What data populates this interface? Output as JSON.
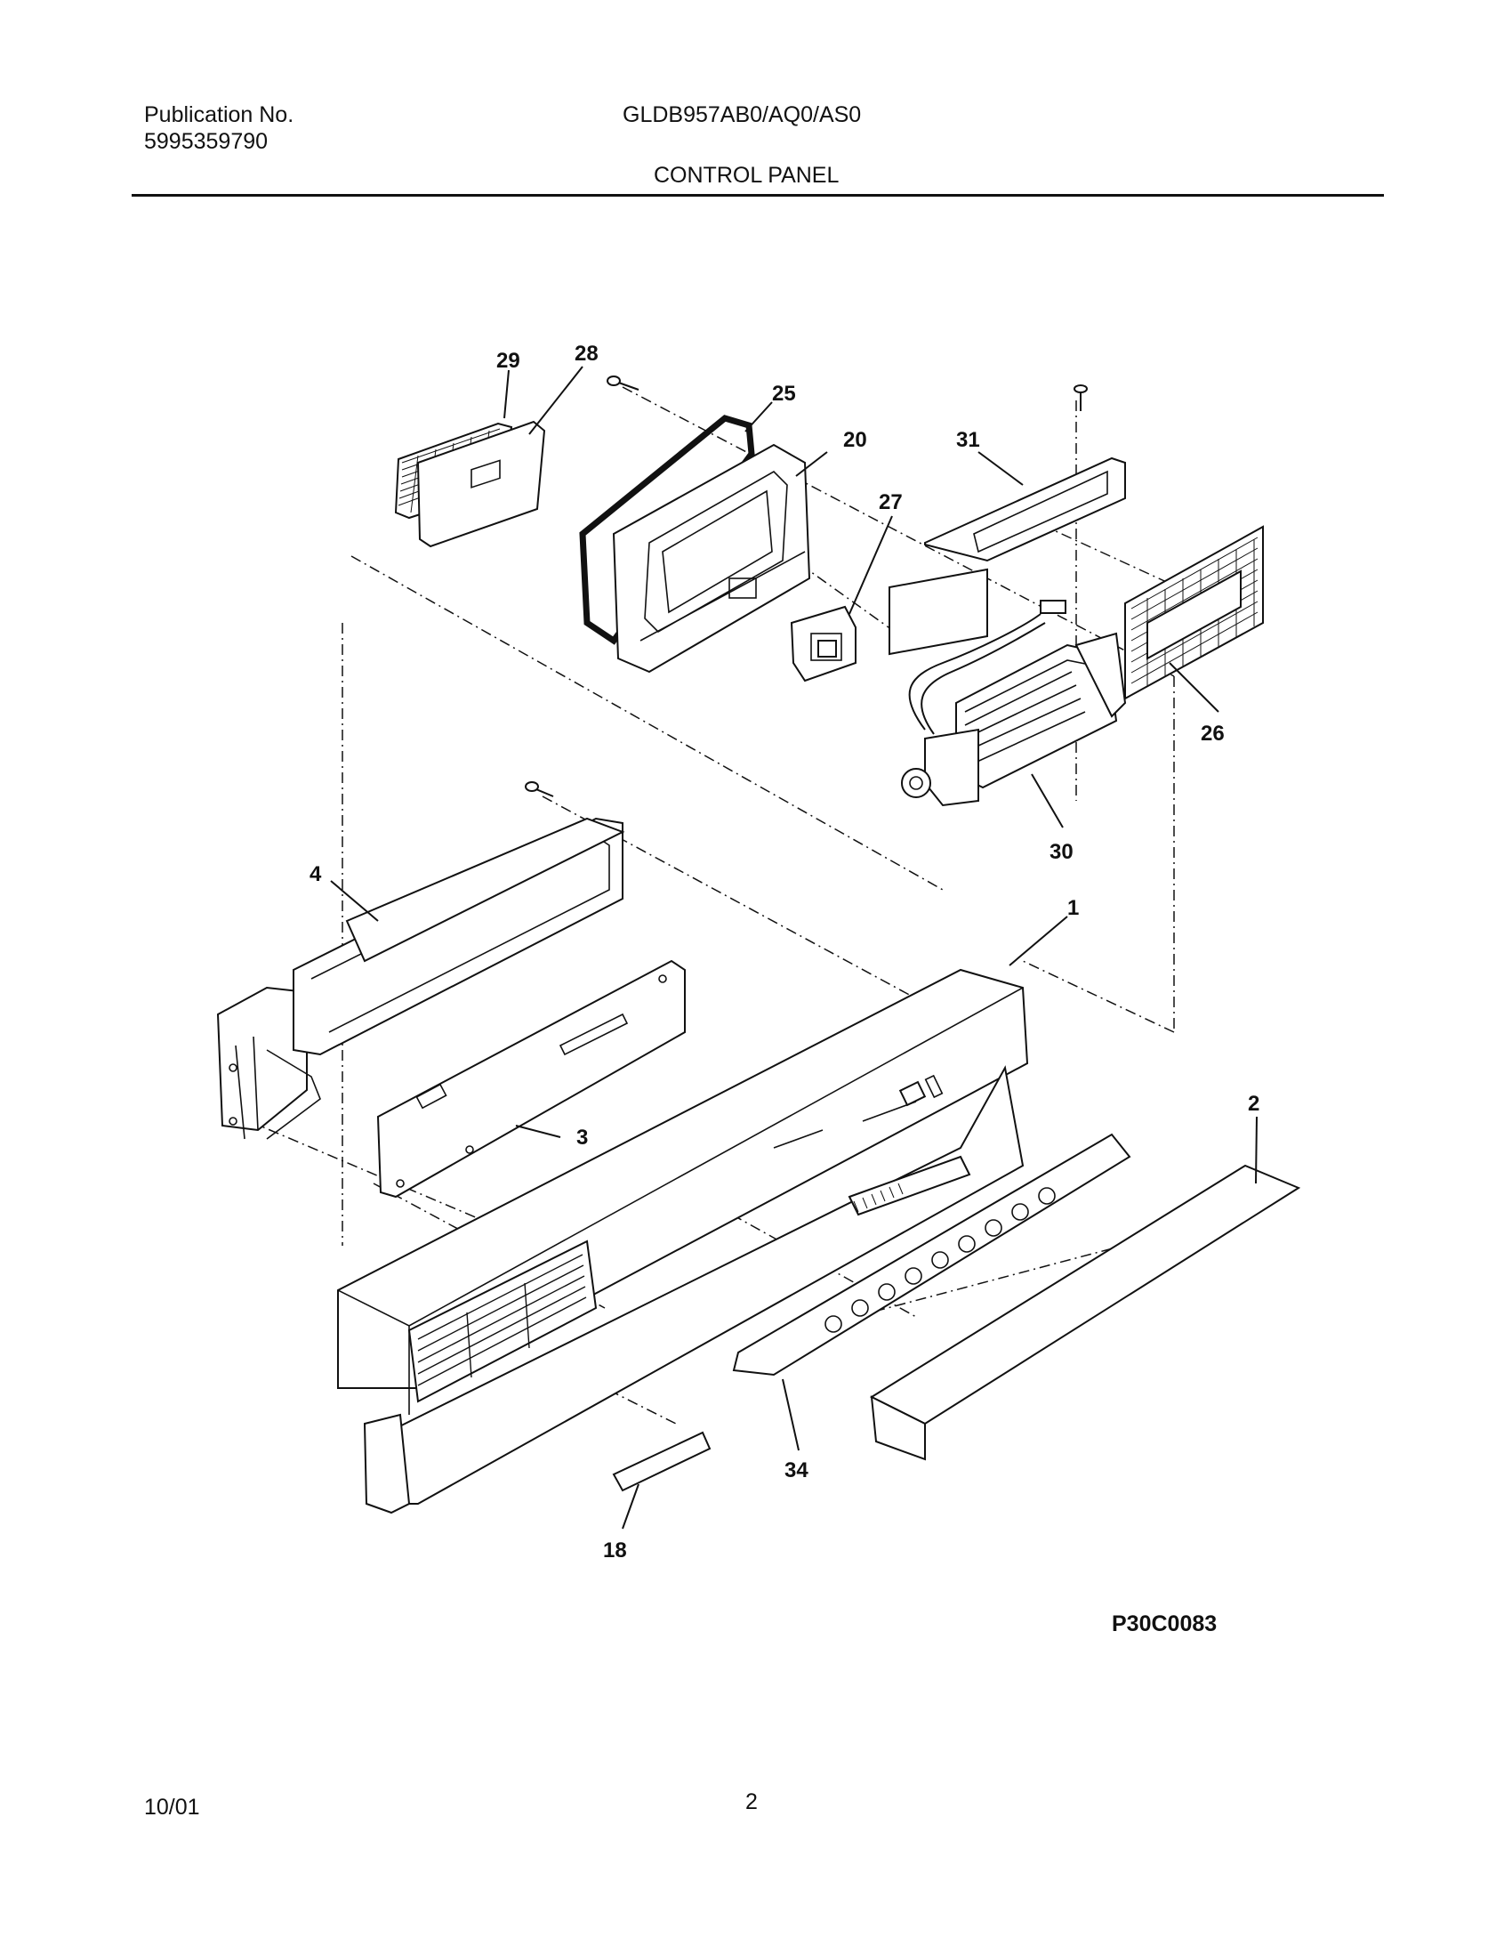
{
  "header": {
    "publication_label": "Publication No.",
    "publication_number": "5995359790",
    "model": "GLDB957AB0/AQ0/AS0",
    "section_title": "CONTROL PANEL"
  },
  "diagram": {
    "part_labels": [
      "29",
      "28",
      "25",
      "20",
      "27",
      "31",
      "26",
      "30",
      "4",
      "1",
      "3",
      "2",
      "34",
      "18"
    ],
    "drawing_code": "P30C0083"
  },
  "footer": {
    "date": "10/01",
    "page_number": "2"
  }
}
